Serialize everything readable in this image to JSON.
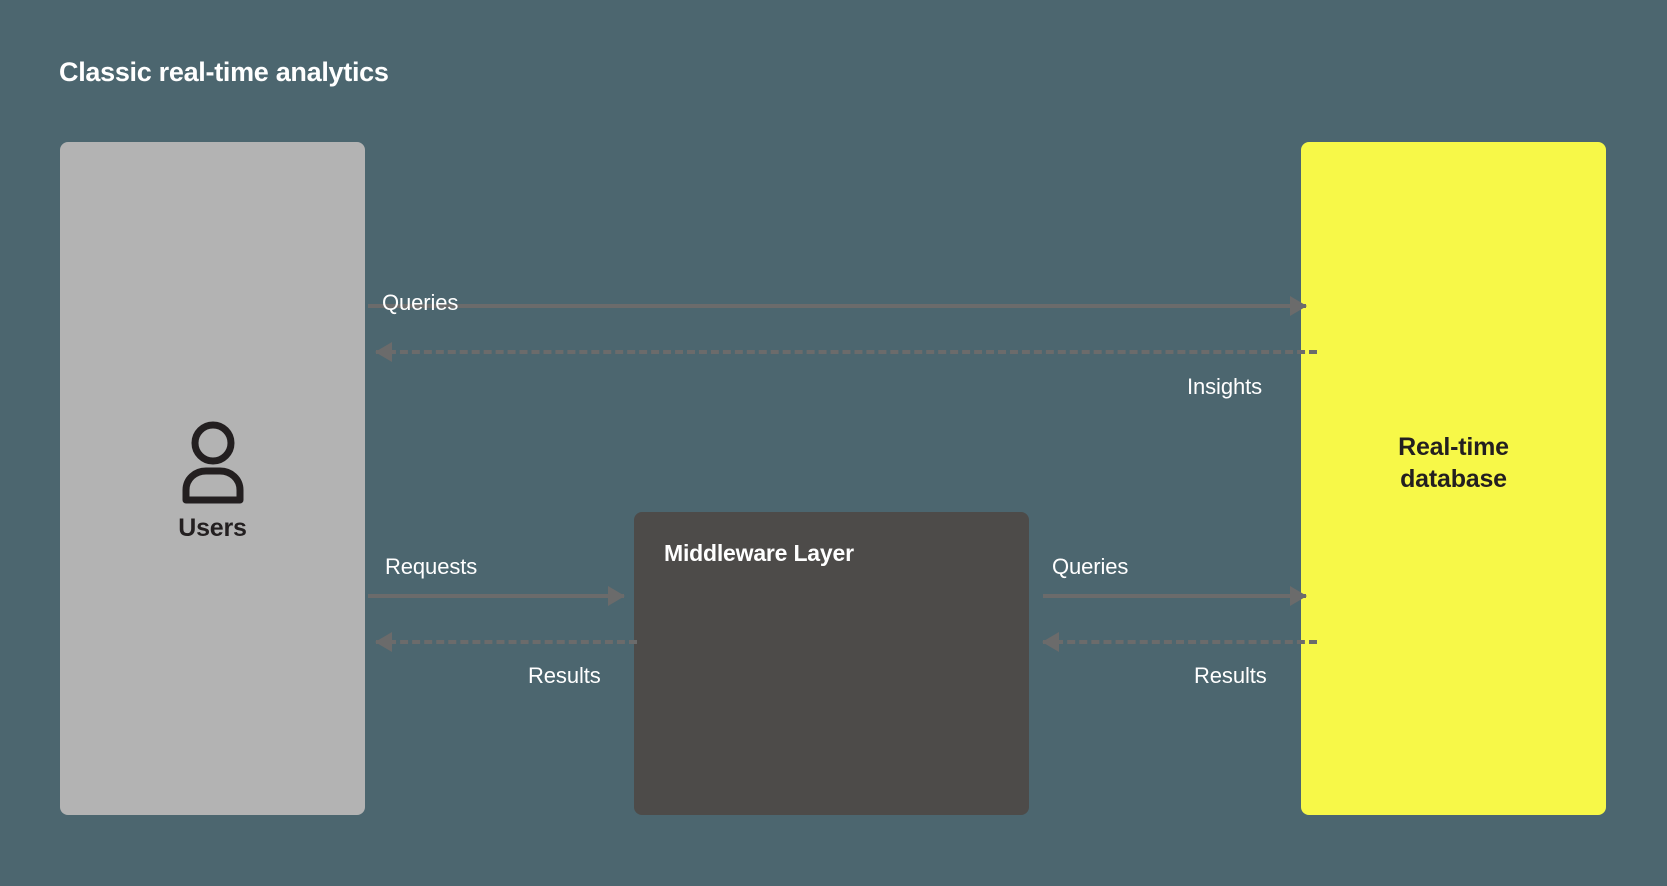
{
  "page": {
    "title": "Classic real-time analytics",
    "background_color": "#4c666f"
  },
  "nodes": {
    "users": {
      "label": "Users",
      "icon": "user-icon",
      "fill_color": "#b3b3b3",
      "text_color": "#231f20"
    },
    "middleware": {
      "label": "Middleware Layer",
      "fill_color": "#4d4b49",
      "text_color": "#ffffff"
    },
    "database": {
      "label": "Real-time\ndatabase",
      "label_line1": "Real-time",
      "label_line2": "database",
      "fill_color": "#f7f848",
      "text_color": "#231f20"
    }
  },
  "flows": {
    "queries_top": {
      "label": "Queries",
      "from": "Users",
      "to": "Real-time database",
      "style": "solid",
      "direction": "right"
    },
    "insights": {
      "label": "Insights",
      "from": "Real-time database",
      "to": "Users",
      "style": "dashed",
      "direction": "left"
    },
    "requests": {
      "label": "Requests",
      "from": "Users",
      "to": "Middleware Layer",
      "style": "solid",
      "direction": "right"
    },
    "results_left": {
      "label": "Results",
      "from": "Middleware Layer",
      "to": "Users",
      "style": "dashed",
      "direction": "left"
    },
    "queries_bottom": {
      "label": "Queries",
      "from": "Middleware Layer",
      "to": "Real-time database",
      "style": "solid",
      "direction": "right"
    },
    "results_right": {
      "label": "Results",
      "from": "Real-time database",
      "to": "Middleware Layer",
      "style": "dashed",
      "direction": "left"
    }
  },
  "colors": {
    "arrow": "#6b6b6b",
    "label_text": "#ffffff",
    "accent_yellow": "#f7f848"
  }
}
